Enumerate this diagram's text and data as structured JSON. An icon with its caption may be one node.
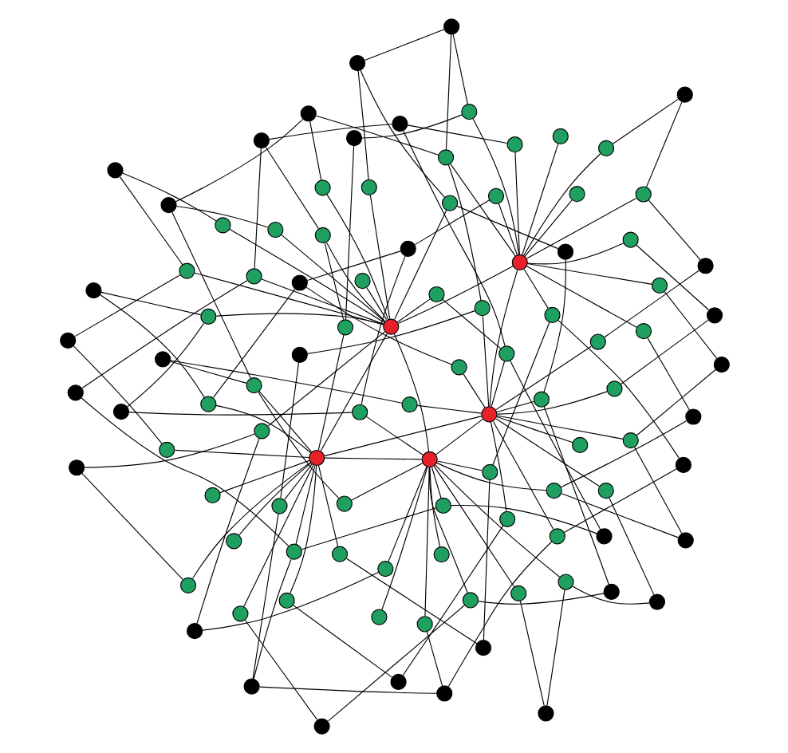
{
  "diagram": {
    "nodes": [
      {
        "text": [],
        "shape": "circle"
      },
      {
        "text": [],
        "shape": "circle"
      },
      {
        "text": [],
        "shape": "circle"
      },
      {
        "text": [],
        "shape": "circle"
      },
      {
        "text": [],
        "shape": "circle"
      },
      {
        "text": [],
        "shape": "circle"
      },
      {
        "text": [],
        "shape": "circle"
      },
      {
        "text": [],
        "shape": "circle"
      },
      {
        "text": [],
        "shape": "circle"
      },
      {
        "text": [],
        "shape": "circle"
      },
      {
        "text": [],
        "shape": "circle"
      },
      {
        "text": [],
        "shape": "circle"
      },
      {
        "text": [],
        "shape": "circle"
      },
      {
        "text": [],
        "shape": "circle"
      },
      {
        "text": [],
        "shape": "circle"
      },
      {
        "text": [],
        "shape": "circle"
      },
      {
        "text": [],
        "shape": "circle"
      },
      {
        "text": [],
        "shape": "circle"
      },
      {
        "text": [],
        "shape": "circle"
      },
      {
        "text": [],
        "shape": "circle"
      },
      {
        "text": [],
        "shape": "circle"
      },
      {
        "text": [],
        "shape": "circle"
      },
      {
        "text": [],
        "shape": "circle"
      },
      {
        "text": [],
        "shape": "circle"
      },
      {
        "text": [],
        "shape": "circle"
      },
      {
        "text": [],
        "shape": "circle"
      },
      {
        "text": [],
        "shape": "circle"
      },
      {
        "text": [],
        "shape": "circle"
      },
      {
        "text": [],
        "shape": "circle"
      },
      {
        "text": [],
        "shape": "circle"
      },
      {
        "text": [],
        "shape": "circle"
      },
      {
        "text": [],
        "shape": "circle"
      },
      {
        "text": [],
        "shape": "circle"
      },
      {
        "text": [],
        "shape": "circle"
      },
      {
        "text": [],
        "shape": "circle"
      },
      {
        "text": [],
        "shape": "circle"
      },
      {
        "text": [],
        "shape": "circle"
      },
      {
        "text": [],
        "shape": "circle"
      },
      {
        "text": [],
        "shape": "circle"
      },
      {
        "text": [],
        "shape": "circle"
      },
      {
        "text": [],
        "shape": "circle"
      },
      {
        "text": [],
        "shape": "circle"
      },
      {
        "text": [],
        "shape": "circle"
      },
      {
        "text": [],
        "shape": "circle"
      },
      {
        "text": [],
        "shape": "circle"
      },
      {
        "text": [],
        "shape": "circle"
      },
      {
        "text": [],
        "shape": "circle"
      },
      {
        "text": [],
        "shape": "circle"
      },
      {
        "text": [],
        "shape": "circle"
      },
      {
        "text": [],
        "shape": "circle"
      },
      {
        "text": [],
        "shape": "circle"
      },
      {
        "text": [],
        "shape": "circle"
      },
      {
        "text": [],
        "shape": "circle"
      },
      {
        "text": [],
        "shape": "circle"
      },
      {
        "text": [],
        "shape": "circle"
      },
      {
        "text": [],
        "shape": "circle"
      },
      {
        "text": [],
        "shape": "circle"
      },
      {
        "text": [],
        "shape": "circle"
      },
      {
        "text": [],
        "shape": "circle"
      },
      {
        "text": [],
        "shape": "circle"
      },
      {
        "text": [],
        "shape": "circle"
      },
      {
        "text": [],
        "shape": "circle"
      },
      {
        "text": [],
        "shape": "circle"
      },
      {
        "text": [],
        "shape": "circle"
      },
      {
        "text": [],
        "shape": "circle"
      },
      {
        "text": [],
        "shape": "circle"
      },
      {
        "text": [],
        "shape": "circle"
      },
      {
        "text": [],
        "shape": "circle"
      },
      {
        "text": [],
        "shape": "circle"
      },
      {
        "text": [],
        "shape": "circle"
      },
      {
        "text": [],
        "shape": "circle"
      },
      {
        "text": [],
        "shape": "circle"
      },
      {
        "text": [],
        "shape": "circle"
      },
      {
        "text": [],
        "shape": "circle"
      },
      {
        "text": [],
        "shape": "circle"
      },
      {
        "text": [],
        "shape": "circle"
      },
      {
        "text": [],
        "shape": "circle"
      },
      {
        "text": [],
        "shape": "circle"
      },
      {
        "text": [],
        "shape": "circle"
      },
      {
        "text": [],
        "shape": "circle"
      },
      {
        "text": [],
        "shape": "circle"
      },
      {
        "text": [],
        "shape": "circle"
      },
      {
        "text": [],
        "shape": "circle"
      },
      {
        "text": [],
        "shape": "circle"
      },
      {
        "text": [],
        "shape": "circle"
      },
      {
        "text": [],
        "shape": "circle"
      },
      {
        "text": [],
        "shape": "circle"
      },
      {
        "text": [],
        "shape": "circle"
      },
      {
        "text": [],
        "shape": "circle"
      },
      {
        "text": [],
        "shape": "circle"
      },
      {
        "text": [],
        "shape": "circle"
      },
      {
        "text": [],
        "shape": "circle"
      },
      {
        "text": [],
        "shape": "circle"
      },
      {
        "text": [],
        "shape": "circle"
      },
      {
        "text": [],
        "shape": "circle"
      },
      {
        "text": [],
        "shape": "circle"
      },
      {
        "text": [],
        "shape": "circle"
      },
      {
        "text": [],
        "shape": "circle"
      },
      {
        "text": [],
        "shape": "circle"
      },
      {
        "text": [],
        "shape": "circle"
      }
    ],
    "edges": [
      {
        "from": 0,
        "to": 5,
        "arrow": "none"
      },
      {
        "from": 0,
        "to": 6,
        "arrow": "none"
      },
      {
        "from": 0,
        "to": 7,
        "arrow": "none"
      },
      {
        "from": 0,
        "to": 8,
        "arrow": "none"
      },
      {
        "from": 0,
        "to": 9,
        "arrow": "none"
      },
      {
        "from": 0,
        "to": 10,
        "arrow": "none"
      },
      {
        "from": 0,
        "to": 11,
        "arrow": "none"
      },
      {
        "from": 0,
        "to": 12,
        "arrow": "none"
      },
      {
        "from": 0,
        "to": 13,
        "arrow": "none"
      },
      {
        "from": 0,
        "to": 14,
        "arrow": "none"
      },
      {
        "from": 0,
        "to": 15,
        "arrow": "none"
      },
      {
        "from": 0,
        "to": 16,
        "arrow": "none"
      },
      {
        "from": 1,
        "to": 17,
        "arrow": "none"
      },
      {
        "from": 1,
        "to": 18,
        "arrow": "none"
      },
      {
        "from": 1,
        "to": 19,
        "arrow": "none"
      },
      {
        "from": 1,
        "to": 20,
        "arrow": "none"
      },
      {
        "from": 1,
        "to": 21,
        "arrow": "none"
      },
      {
        "from": 1,
        "to": 22,
        "arrow": "none"
      },
      {
        "from": 1,
        "to": 23,
        "arrow": "none"
      },
      {
        "from": 1,
        "to": 24,
        "arrow": "none"
      },
      {
        "from": 1,
        "to": 25,
        "arrow": "none"
      },
      {
        "from": 1,
        "to": 26,
        "arrow": "none"
      },
      {
        "from": 1,
        "to": 27,
        "arrow": "none"
      },
      {
        "from": 1,
        "to": 28,
        "arrow": "none"
      },
      {
        "from": 2,
        "to": 29,
        "arrow": "none"
      },
      {
        "from": 2,
        "to": 30,
        "arrow": "none"
      },
      {
        "from": 2,
        "to": 31,
        "arrow": "none"
      },
      {
        "from": 2,
        "to": 32,
        "arrow": "none"
      },
      {
        "from": 2,
        "to": 33,
        "arrow": "none"
      },
      {
        "from": 2,
        "to": 34,
        "arrow": "none"
      },
      {
        "from": 2,
        "to": 35,
        "arrow": "none"
      },
      {
        "from": 2,
        "to": 36,
        "arrow": "none"
      },
      {
        "from": 2,
        "to": 37,
        "arrow": "none"
      },
      {
        "from": 2,
        "to": 38,
        "arrow": "none"
      },
      {
        "from": 2,
        "to": 39,
        "arrow": "none"
      },
      {
        "from": 2,
        "to": 40,
        "arrow": "none"
      },
      {
        "from": 3,
        "to": 41,
        "arrow": "none"
      },
      {
        "from": 3,
        "to": 42,
        "arrow": "none"
      },
      {
        "from": 3,
        "to": 43,
        "arrow": "none"
      },
      {
        "from": 3,
        "to": 44,
        "arrow": "none"
      },
      {
        "from": 3,
        "to": 45,
        "arrow": "none"
      },
      {
        "from": 3,
        "to": 46,
        "arrow": "none"
      },
      {
        "from": 3,
        "to": 47,
        "arrow": "none"
      },
      {
        "from": 3,
        "to": 48,
        "arrow": "none"
      },
      {
        "from": 3,
        "to": 49,
        "arrow": "none"
      },
      {
        "from": 3,
        "to": 50,
        "arrow": "none"
      },
      {
        "from": 3,
        "to": 51,
        "arrow": "none"
      },
      {
        "from": 3,
        "to": 52,
        "arrow": "none"
      },
      {
        "from": 4,
        "to": 53,
        "arrow": "none"
      },
      {
        "from": 4,
        "to": 54,
        "arrow": "none"
      },
      {
        "from": 4,
        "to": 55,
        "arrow": "none"
      },
      {
        "from": 4,
        "to": 56,
        "arrow": "none"
      },
      {
        "from": 4,
        "to": 57,
        "arrow": "none"
      },
      {
        "from": 4,
        "to": 58,
        "arrow": "none"
      },
      {
        "from": 4,
        "to": 59,
        "arrow": "none"
      },
      {
        "from": 4,
        "to": 60,
        "arrow": "none"
      },
      {
        "from": 4,
        "to": 61,
        "arrow": "none"
      },
      {
        "from": 4,
        "to": 62,
        "arrow": "none"
      },
      {
        "from": 4,
        "to": 63,
        "arrow": "none"
      },
      {
        "from": 4,
        "to": 64,
        "arrow": "none"
      },
      {
        "from": 0,
        "to": 1,
        "arrow": "none"
      },
      {
        "from": 0,
        "to": 2,
        "arrow": "none"
      },
      {
        "from": 1,
        "to": 2,
        "arrow": "none"
      },
      {
        "from": 1,
        "to": 3,
        "arrow": "none"
      },
      {
        "from": 2,
        "to": 4,
        "arrow": "none"
      },
      {
        "from": 3,
        "to": 4,
        "arrow": "none"
      },
      {
        "from": 0,
        "to": 4,
        "arrow": "none"
      },
      {
        "from": 65,
        "to": 5,
        "arrow": "none"
      },
      {
        "from": 65,
        "to": 28,
        "arrow": "none"
      },
      {
        "from": 66,
        "to": 12,
        "arrow": "none"
      },
      {
        "from": 66,
        "to": 41,
        "arrow": "none"
      },
      {
        "from": 67,
        "to": 19,
        "arrow": "none"
      },
      {
        "from": 67,
        "to": 54,
        "arrow": "none"
      },
      {
        "from": 68,
        "to": 26,
        "arrow": "none"
      },
      {
        "from": 68,
        "to": 7,
        "arrow": "none"
      },
      {
        "from": 69,
        "to": 33,
        "arrow": "none"
      },
      {
        "from": 69,
        "to": 20,
        "arrow": "none"
      },
      {
        "from": 70,
        "to": 40,
        "arrow": "none"
      },
      {
        "from": 70,
        "to": 33,
        "arrow": "none"
      },
      {
        "from": 71,
        "to": 47,
        "arrow": "none"
      },
      {
        "from": 71,
        "to": 46,
        "arrow": "none"
      },
      {
        "from": 72,
        "to": 54,
        "arrow": "none"
      },
      {
        "from": 72,
        "to": 59,
        "arrow": "none"
      },
      {
        "from": 73,
        "to": 61,
        "arrow": "none"
      },
      {
        "from": 73,
        "to": 12,
        "arrow": "none"
      },
      {
        "from": 74,
        "to": 8,
        "arrow": "none"
      },
      {
        "from": 74,
        "to": 25,
        "arrow": "none"
      },
      {
        "from": 75,
        "to": 15,
        "arrow": "none"
      },
      {
        "from": 75,
        "to": 38,
        "arrow": "none"
      },
      {
        "from": 76,
        "to": 22,
        "arrow": "none"
      },
      {
        "from": 76,
        "to": 51,
        "arrow": "none"
      },
      {
        "from": 77,
        "to": 29,
        "arrow": "none"
      },
      {
        "from": 77,
        "to": 64,
        "arrow": "none"
      },
      {
        "from": 78,
        "to": 36,
        "arrow": "none"
      },
      {
        "from": 78,
        "to": 17,
        "arrow": "none"
      },
      {
        "from": 79,
        "to": 43,
        "arrow": "none"
      },
      {
        "from": 79,
        "to": 30,
        "arrow": "none"
      },
      {
        "from": 80,
        "to": 50,
        "arrow": "none"
      },
      {
        "from": 80,
        "to": 43,
        "arrow": "none"
      },
      {
        "from": 81,
        "to": 57,
        "arrow": "none"
      },
      {
        "from": 81,
        "to": 56,
        "arrow": "none"
      },
      {
        "from": 82,
        "to": 64,
        "arrow": "none"
      },
      {
        "from": 82,
        "to": 9,
        "arrow": "none"
      },
      {
        "from": 83,
        "to": 11,
        "arrow": "none"
      },
      {
        "from": 83,
        "to": 22,
        "arrow": "none"
      },
      {
        "from": 84,
        "to": 18,
        "arrow": "none"
      },
      {
        "from": 84,
        "to": 35,
        "arrow": "none"
      },
      {
        "from": 85,
        "to": 25,
        "arrow": "none"
      },
      {
        "from": 85,
        "to": 48,
        "arrow": "none"
      },
      {
        "from": 86,
        "to": 32,
        "arrow": "none"
      },
      {
        "from": 86,
        "to": 61,
        "arrow": "none"
      },
      {
        "from": 87,
        "to": 39,
        "arrow": "none"
      },
      {
        "from": 87,
        "to": 14,
        "arrow": "none"
      },
      {
        "from": 88,
        "to": 46,
        "arrow": "none"
      },
      {
        "from": 88,
        "to": 27,
        "arrow": "none"
      },
      {
        "from": 89,
        "to": 53,
        "arrow": "none"
      },
      {
        "from": 89,
        "to": 40,
        "arrow": "none"
      },
      {
        "from": 90,
        "to": 60,
        "arrow": "none"
      },
      {
        "from": 90,
        "to": 53,
        "arrow": "none"
      },
      {
        "from": 91,
        "to": 7,
        "arrow": "none"
      },
      {
        "from": 91,
        "to": 6,
        "arrow": "none"
      },
      {
        "from": 92,
        "to": 14,
        "arrow": "none"
      },
      {
        "from": 92,
        "to": 19,
        "arrow": "none"
      },
      {
        "from": 93,
        "to": 21,
        "arrow": "none"
      },
      {
        "from": 93,
        "to": 32,
        "arrow": "none"
      },
      {
        "from": 94,
        "to": 28,
        "arrow": "none"
      },
      {
        "from": 94,
        "to": 45,
        "arrow": "none"
      },
      {
        "from": 95,
        "to": 35,
        "arrow": "none"
      },
      {
        "from": 95,
        "to": 58,
        "arrow": "none"
      },
      {
        "from": 96,
        "to": 42,
        "arrow": "none"
      },
      {
        "from": 96,
        "to": 11,
        "arrow": "none"
      },
      {
        "from": 97,
        "to": 49,
        "arrow": "none"
      },
      {
        "from": 97,
        "to": 24,
        "arrow": "none"
      },
      {
        "from": 98,
        "to": 56,
        "arrow": "none"
      },
      {
        "from": 98,
        "to": 37,
        "arrow": "none"
      },
      {
        "from": 99,
        "to": 63,
        "arrow": "none"
      },
      {
        "from": 99,
        "to": 50,
        "arrow": "none"
      },
      {
        "from": 65,
        "to": 70,
        "arrow": "none"
      },
      {
        "from": 72,
        "to": 80,
        "arrow": "none"
      },
      {
        "from": 85,
        "to": 90,
        "arrow": "none"
      },
      {
        "from": 95,
        "to": 99,
        "arrow": "none"
      },
      {
        "from": 66,
        "to": 93,
        "arrow": "none"
      },
      {
        "from": 10,
        "to": 35,
        "arrow": "none"
      },
      {
        "from": 20,
        "to": 50,
        "arrow": "none"
      },
      {
        "from": 30,
        "to": 60,
        "arrow": "none"
      },
      {
        "from": 15,
        "to": 45,
        "arrow": "none"
      },
      {
        "from": 25,
        "to": 55,
        "arrow": "none"
      },
      {
        "from": 40,
        "to": 8,
        "arrow": "none"
      }
    ]
  }
}
